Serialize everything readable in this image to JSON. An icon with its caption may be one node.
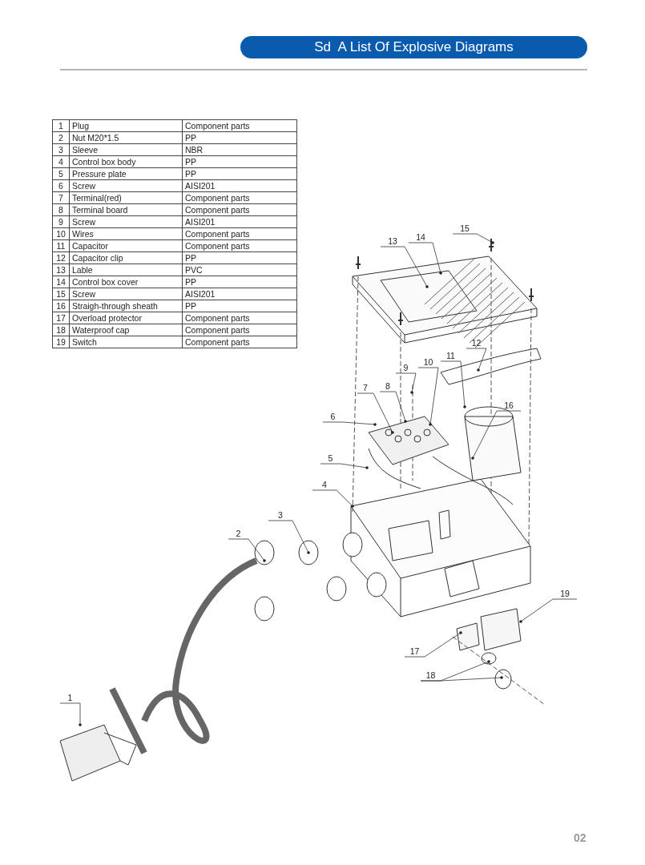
{
  "diagram": {
    "title": "Sd  A List Of Explosive Diagrams",
    "nodes": [
      {
        "text": [
          "1"
        ]
      },
      {
        "text": [
          "2"
        ]
      },
      {
        "text": [
          "3"
        ]
      },
      {
        "text": [
          "4"
        ]
      },
      {
        "text": [
          "5"
        ]
      },
      {
        "text": [
          "6"
        ]
      },
      {
        "text": [
          "7"
        ]
      },
      {
        "text": [
          "8"
        ]
      },
      {
        "text": [
          "9"
        ]
      },
      {
        "text": [
          "10"
        ]
      },
      {
        "text": [
          "11"
        ]
      },
      {
        "text": [
          "12"
        ]
      },
      {
        "text": [
          "13"
        ]
      },
      {
        "text": [
          "14"
        ]
      },
      {
        "text": [
          "15"
        ]
      },
      {
        "text": [
          "16"
        ]
      },
      {
        "text": [
          "17"
        ]
      },
      {
        "text": [
          "18"
        ]
      },
      {
        "text": [
          "19"
        ]
      }
    ],
    "edges": [
      {
        "from": 0,
        "to": null,
        "arrow": "other"
      },
      {
        "from": 1,
        "to": null,
        "arrow": "other"
      },
      {
        "from": 2,
        "to": null,
        "arrow": "other"
      },
      {
        "from": 3,
        "to": null,
        "arrow": "other"
      },
      {
        "from": 4,
        "to": null,
        "arrow": "other"
      },
      {
        "from": 5,
        "to": null,
        "arrow": "other"
      },
      {
        "from": 6,
        "to": null,
        "arrow": "other"
      },
      {
        "from": 7,
        "to": null,
        "arrow": "other"
      },
      {
        "from": 8,
        "to": null,
        "arrow": "other"
      },
      {
        "from": 9,
        "to": null,
        "arrow": "other"
      },
      {
        "from": 10,
        "to": null,
        "arrow": "other"
      },
      {
        "from": 11,
        "to": null,
        "arrow": "other"
      },
      {
        "from": 12,
        "to": null,
        "arrow": "other"
      },
      {
        "from": 13,
        "to": null,
        "arrow": "other"
      },
      {
        "from": 14,
        "to": null,
        "arrow": "other"
      },
      {
        "from": 15,
        "to": null,
        "arrow": "other"
      },
      {
        "from": 16,
        "to": null,
        "arrow": "other"
      },
      {
        "from": 17,
        "to": null,
        "arrow": "other"
      },
      {
        "from": 17,
        "to": null,
        "arrow": "other"
      },
      {
        "from": 18,
        "to": null,
        "arrow": "other"
      }
    ],
    "labels": [
      "1",
      "Plug",
      "Component parts",
      "2",
      "Nut M20*1.5",
      "PP",
      "3",
      "Sleeve",
      "NBR",
      "4",
      "Control box body",
      "PP",
      "5",
      "Pressure plate",
      "PP",
      "6",
      "Screw",
      "AISI201",
      "7",
      "Terminal(red)",
      "Component parts",
      "8",
      "Terminal board",
      "Component parts",
      "9",
      "Screw",
      "AISI201",
      "10",
      "Wires",
      "Component parts",
      "11",
      "Capacitor",
      "Component parts",
      "12",
      "Capacitor clip",
      "PP",
      "13",
      "Lable",
      "PVC",
      "14",
      "Control box cover",
      "PP",
      "15",
      "Screw",
      "AISI201",
      "16",
      "Straigh-through sheath",
      "PP",
      "17",
      "Overload protector",
      "Component parts",
      "18",
      "Waterproof cap",
      "Component parts",
      "19",
      "Switch",
      "Component parts",
      "02"
    ]
  }
}
